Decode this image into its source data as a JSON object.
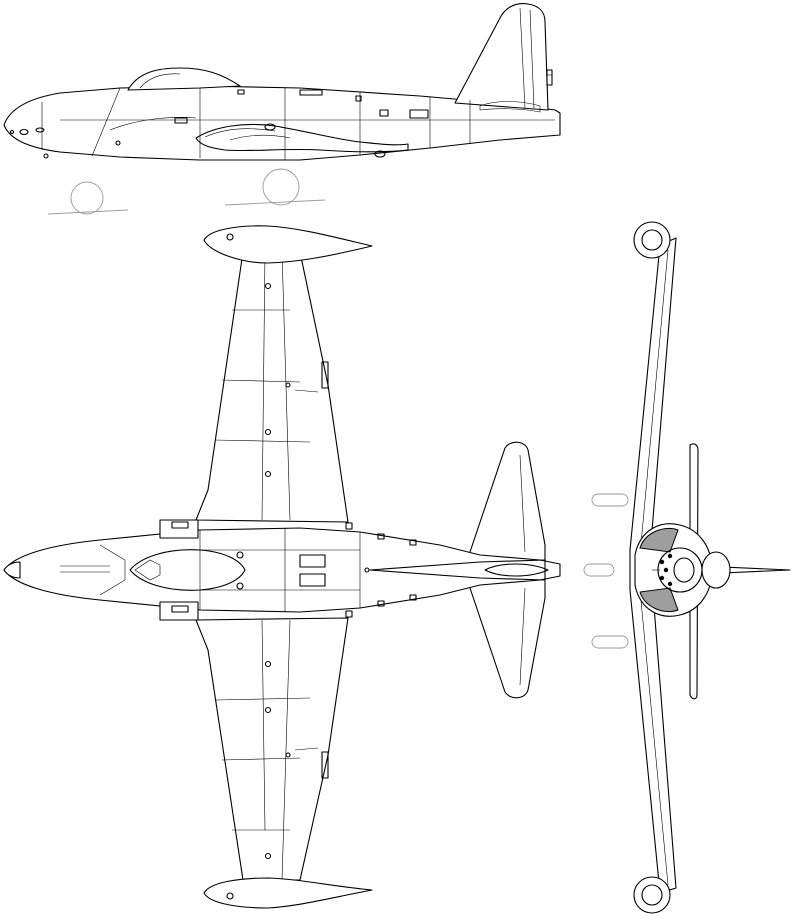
{
  "drawing": {
    "views": [
      "side",
      "top",
      "front"
    ],
    "line_color": "#000000",
    "background_color": "#ffffff",
    "shading_color": "#9e9e9e"
  }
}
